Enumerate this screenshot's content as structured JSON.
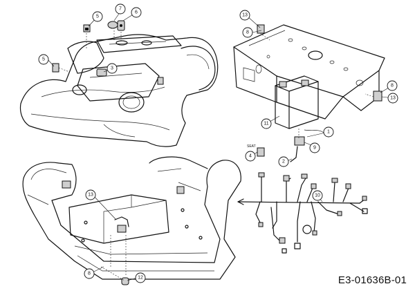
{
  "diagram_code": "E3-01636B-01",
  "seat_label": "SEAT",
  "callouts": [
    {
      "id": "c5a",
      "label": "5"
    },
    {
      "id": "c7",
      "label": "7"
    },
    {
      "id": "c6",
      "label": "6"
    },
    {
      "id": "c5b",
      "label": "5"
    },
    {
      "id": "c3",
      "label": "3"
    },
    {
      "id": "c13a",
      "label": "13"
    },
    {
      "id": "c8a",
      "label": "8"
    },
    {
      "id": "c8b",
      "label": "8"
    },
    {
      "id": "c13b",
      "label": "13"
    },
    {
      "id": "c11",
      "label": "11"
    },
    {
      "id": "c1",
      "label": "1"
    },
    {
      "id": "c9",
      "label": "9"
    },
    {
      "id": "c4",
      "label": "4"
    },
    {
      "id": "c2",
      "label": "2"
    },
    {
      "id": "c10",
      "label": "10"
    },
    {
      "id": "c13c",
      "label": "13"
    },
    {
      "id": "c8c",
      "label": "8"
    },
    {
      "id": "c12",
      "label": "12"
    }
  ]
}
